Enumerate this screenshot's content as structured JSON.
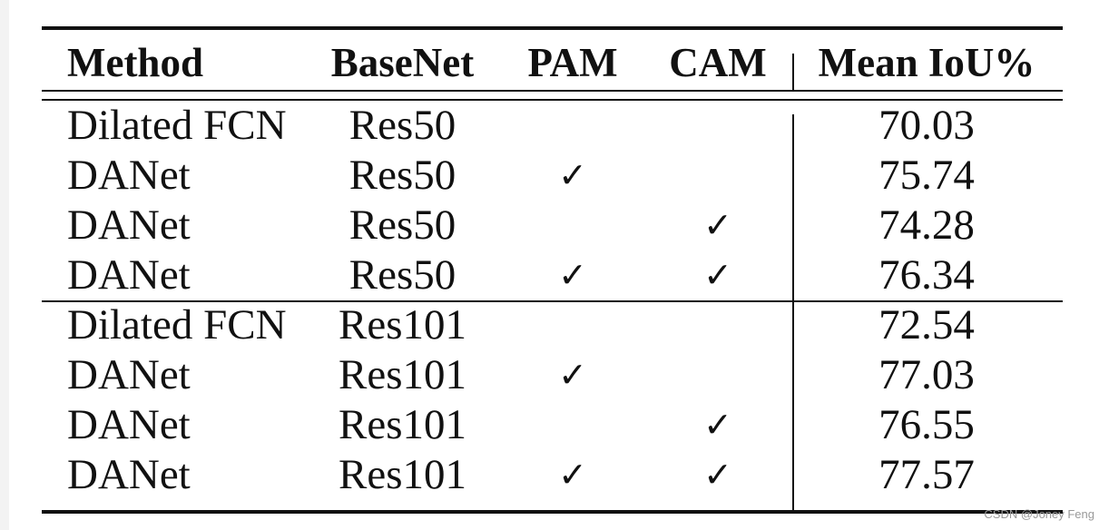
{
  "table": {
    "headers": {
      "method": "Method",
      "basenet": "BaseNet",
      "pam": "PAM",
      "cam": "CAM",
      "mean_iou": "Mean IoU%"
    },
    "check_symbol": "✓",
    "rows": [
      {
        "method": "Dilated FCN",
        "basenet": "Res50",
        "pam": "",
        "cam": "",
        "mean_iou": "70.03"
      },
      {
        "method": "DANet",
        "basenet": "Res50",
        "pam": "✓",
        "cam": "",
        "mean_iou": "75.74"
      },
      {
        "method": "DANet",
        "basenet": "Res50",
        "pam": "",
        "cam": "✓",
        "mean_iou": "74.28"
      },
      {
        "method": "DANet",
        "basenet": "Res50",
        "pam": "✓",
        "cam": "✓",
        "mean_iou": "76.34"
      },
      {
        "method": "Dilated FCN",
        "basenet": "Res101",
        "pam": "",
        "cam": "",
        "mean_iou": "72.54"
      },
      {
        "method": "DANet",
        "basenet": "Res101",
        "pam": "✓",
        "cam": "",
        "mean_iou": "77.03"
      },
      {
        "method": "DANet",
        "basenet": "Res101",
        "pam": "",
        "cam": "✓",
        "mean_iou": "76.55"
      },
      {
        "method": "DANet",
        "basenet": "Res101",
        "pam": "✓",
        "cam": "✓",
        "mean_iou": "77.57"
      }
    ]
  },
  "watermark": {
    "text": "CSDN @Joney Feng"
  }
}
